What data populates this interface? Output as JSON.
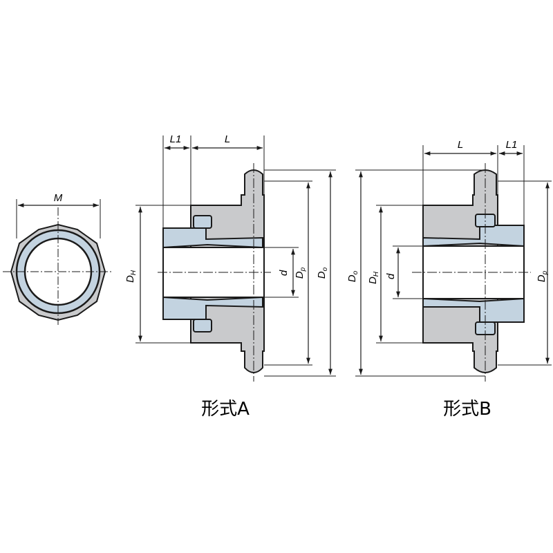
{
  "colors": {
    "body_gray": "#c9cacc",
    "bush_blue": "#c3d3e0",
    "line": "#1a1a1a",
    "background": "#ffffff"
  },
  "labels": {
    "front_view": {
      "m": "M"
    },
    "type_a": {
      "l1": "L1",
      "l": "L",
      "dh_main": "D",
      "dh_sub": "H",
      "d": "d",
      "dp_main": "D",
      "dp_sub": "p",
      "do_main": "D",
      "do_sub": "o",
      "caption": "形式A"
    },
    "type_b": {
      "l": "L",
      "l1": "L1",
      "do_main": "D",
      "do_sub": "o",
      "dh_main": "D",
      "dh_sub": "H",
      "d": "d",
      "dp_main": "D",
      "dp_sub": "p",
      "caption": "形式B"
    }
  }
}
